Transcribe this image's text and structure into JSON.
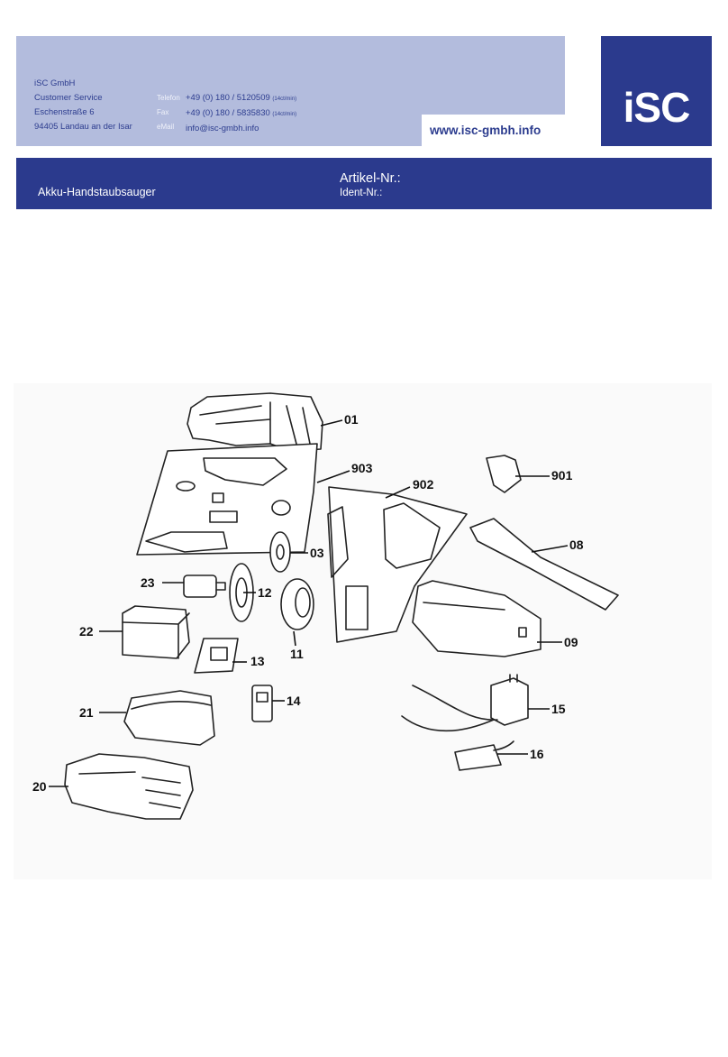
{
  "header": {
    "company": {
      "name": "iSC GmbH",
      "department": "Customer Service",
      "street": "Eschenstraße 6",
      "city": "94405 Landau an der Isar"
    },
    "contact_labels": {
      "phone": "Telefon",
      "fax": "Fax",
      "email": "eMail"
    },
    "contact_values": {
      "phone": "+49 (0) 180 / 5120509",
      "phone_rate": "(14ct/min)",
      "fax": "+49 (0) 180 / 5835830",
      "fax_rate": "(14ct/min)",
      "email": "info@isc-gmbh.info"
    },
    "website": "www.isc-gmbh.info",
    "logo_text": "iSC"
  },
  "title_bar": {
    "product_name": "Akku-Handstaubsauger",
    "article_label": "Artikel-Nr.:",
    "ident_label": "Ident-Nr.:"
  },
  "diagram": {
    "part_labels": {
      "p01": "01",
      "p903": "903",
      "p902": "902",
      "p901": "901",
      "p03": "03",
      "p08": "08",
      "p23": "23",
      "p12": "12",
      "p11": "11",
      "p22": "22",
      "p13": "13",
      "p09": "09",
      "p15": "15",
      "p21": "21",
      "p14": "14",
      "p16": "16",
      "p20": "20"
    }
  }
}
